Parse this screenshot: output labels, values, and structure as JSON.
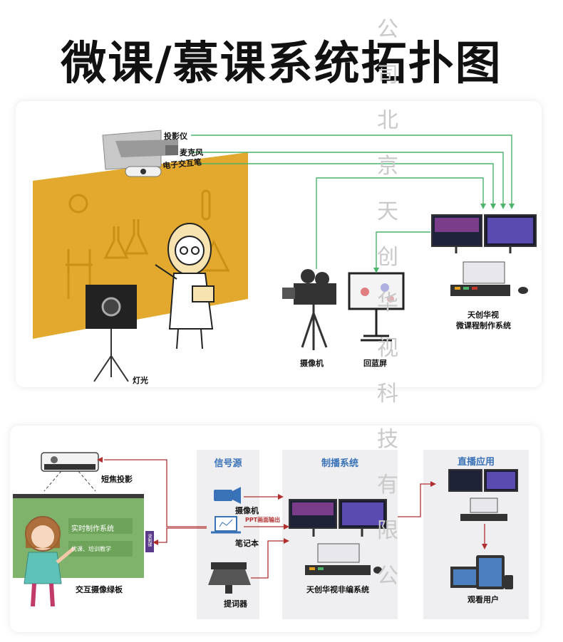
{
  "title": "微课/慕课系统拓扑图",
  "watermark": [
    "公",
    "司",
    "北",
    "京",
    "天",
    "创",
    "华",
    "视",
    "科",
    "技",
    "有",
    "限",
    "公"
  ],
  "top": {
    "labels": {
      "projector": "投影仪",
      "microphone": "麦克风",
      "pen": "电子交互笔",
      "light": "灯光",
      "camera": "摄像机",
      "monitor": "回蓝屏",
      "system": [
        "天创华视",
        "微课程制作系统"
      ]
    }
  },
  "bottom": {
    "sections": {
      "signal": "信号源",
      "production": "制播系统",
      "live": "直播应用"
    },
    "labels": {
      "short_projector": "短焦投影",
      "greenboard": "交互摄像绿板",
      "camera": "摄像机",
      "laptop": "笔记本",
      "ppt_out": "PPT画面输出",
      "teleprompter": "提词器",
      "nle": "天创华视非编系统",
      "viewers": "观看用户"
    },
    "board_texts": [
      "实时制作系统",
      "优课、培训教学"
    ],
    "side_badge": "录制键"
  },
  "colors": {
    "green_line": "#4cb36b",
    "red_line": "#c0392b",
    "board_yellow": "#e0a21c",
    "header_blue": "#3a72b8"
  }
}
